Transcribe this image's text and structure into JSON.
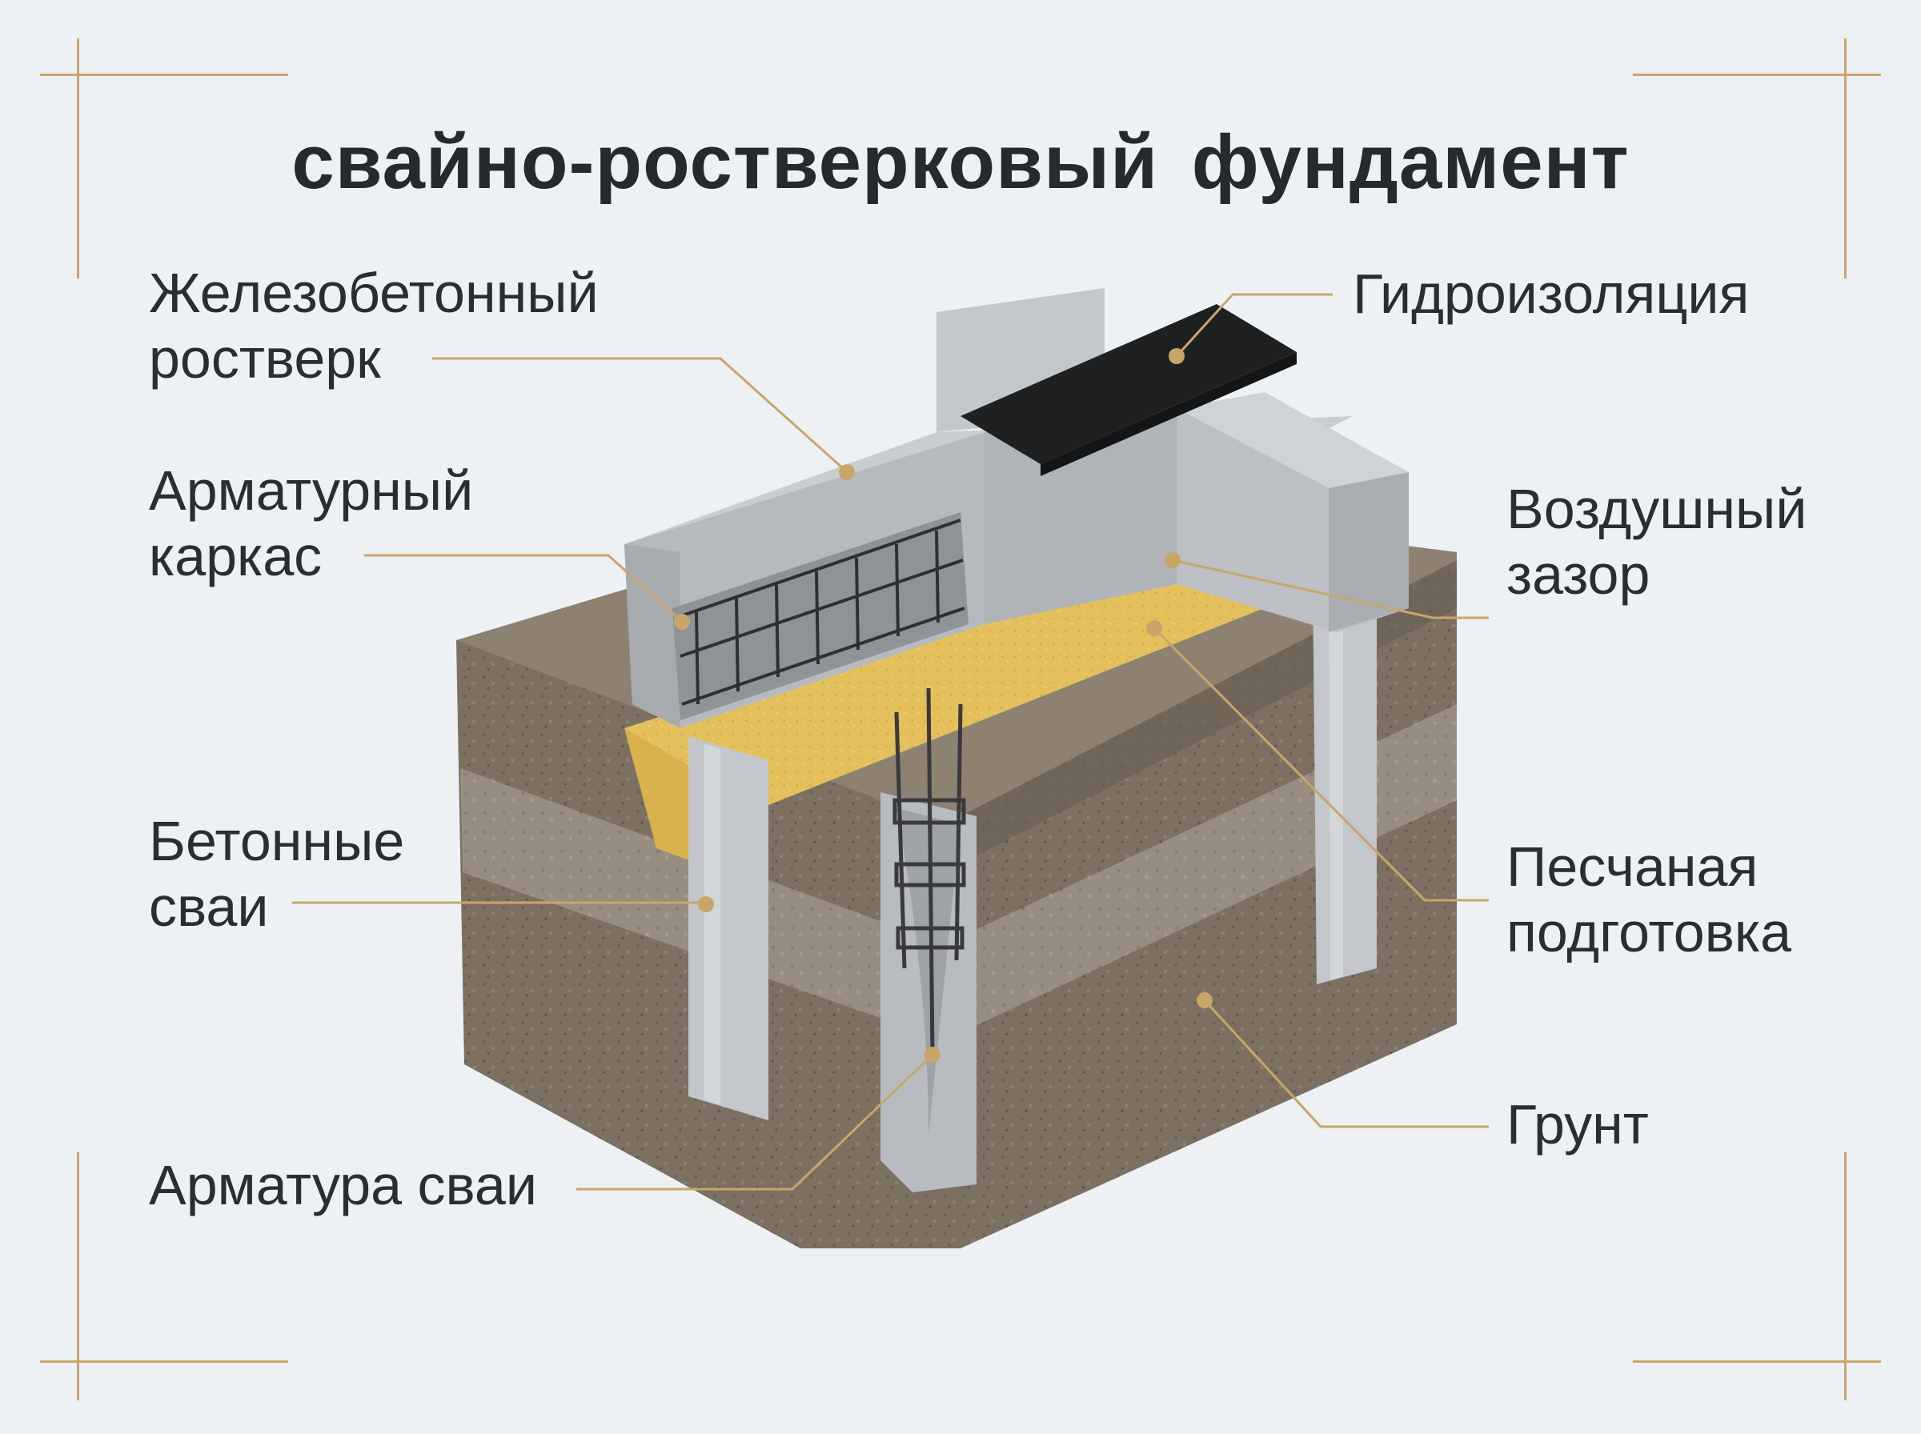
{
  "title": "свайно-ростверковый фундамент",
  "labels": {
    "rostverk": "Железобетонный\nростверк",
    "karkas": "Арматурный\nкаркас",
    "svai": "Бетонные\nсваи",
    "armatura_svai": "Арматура сваи",
    "gidroizolyaciya": "Гидроизоляция",
    "zazor": "Воздушный\nзазор",
    "pesok": "Песчаная\nподготовка",
    "grunt": "Грунт"
  },
  "colors": {
    "accent": "#c8a66a",
    "text": "#2b2d30",
    "background": "#eef1f3",
    "concrete": "#b9bec2",
    "sand": "#e2bf5a",
    "soil": "#7a6f60",
    "waterproofing": "#1f2022"
  }
}
